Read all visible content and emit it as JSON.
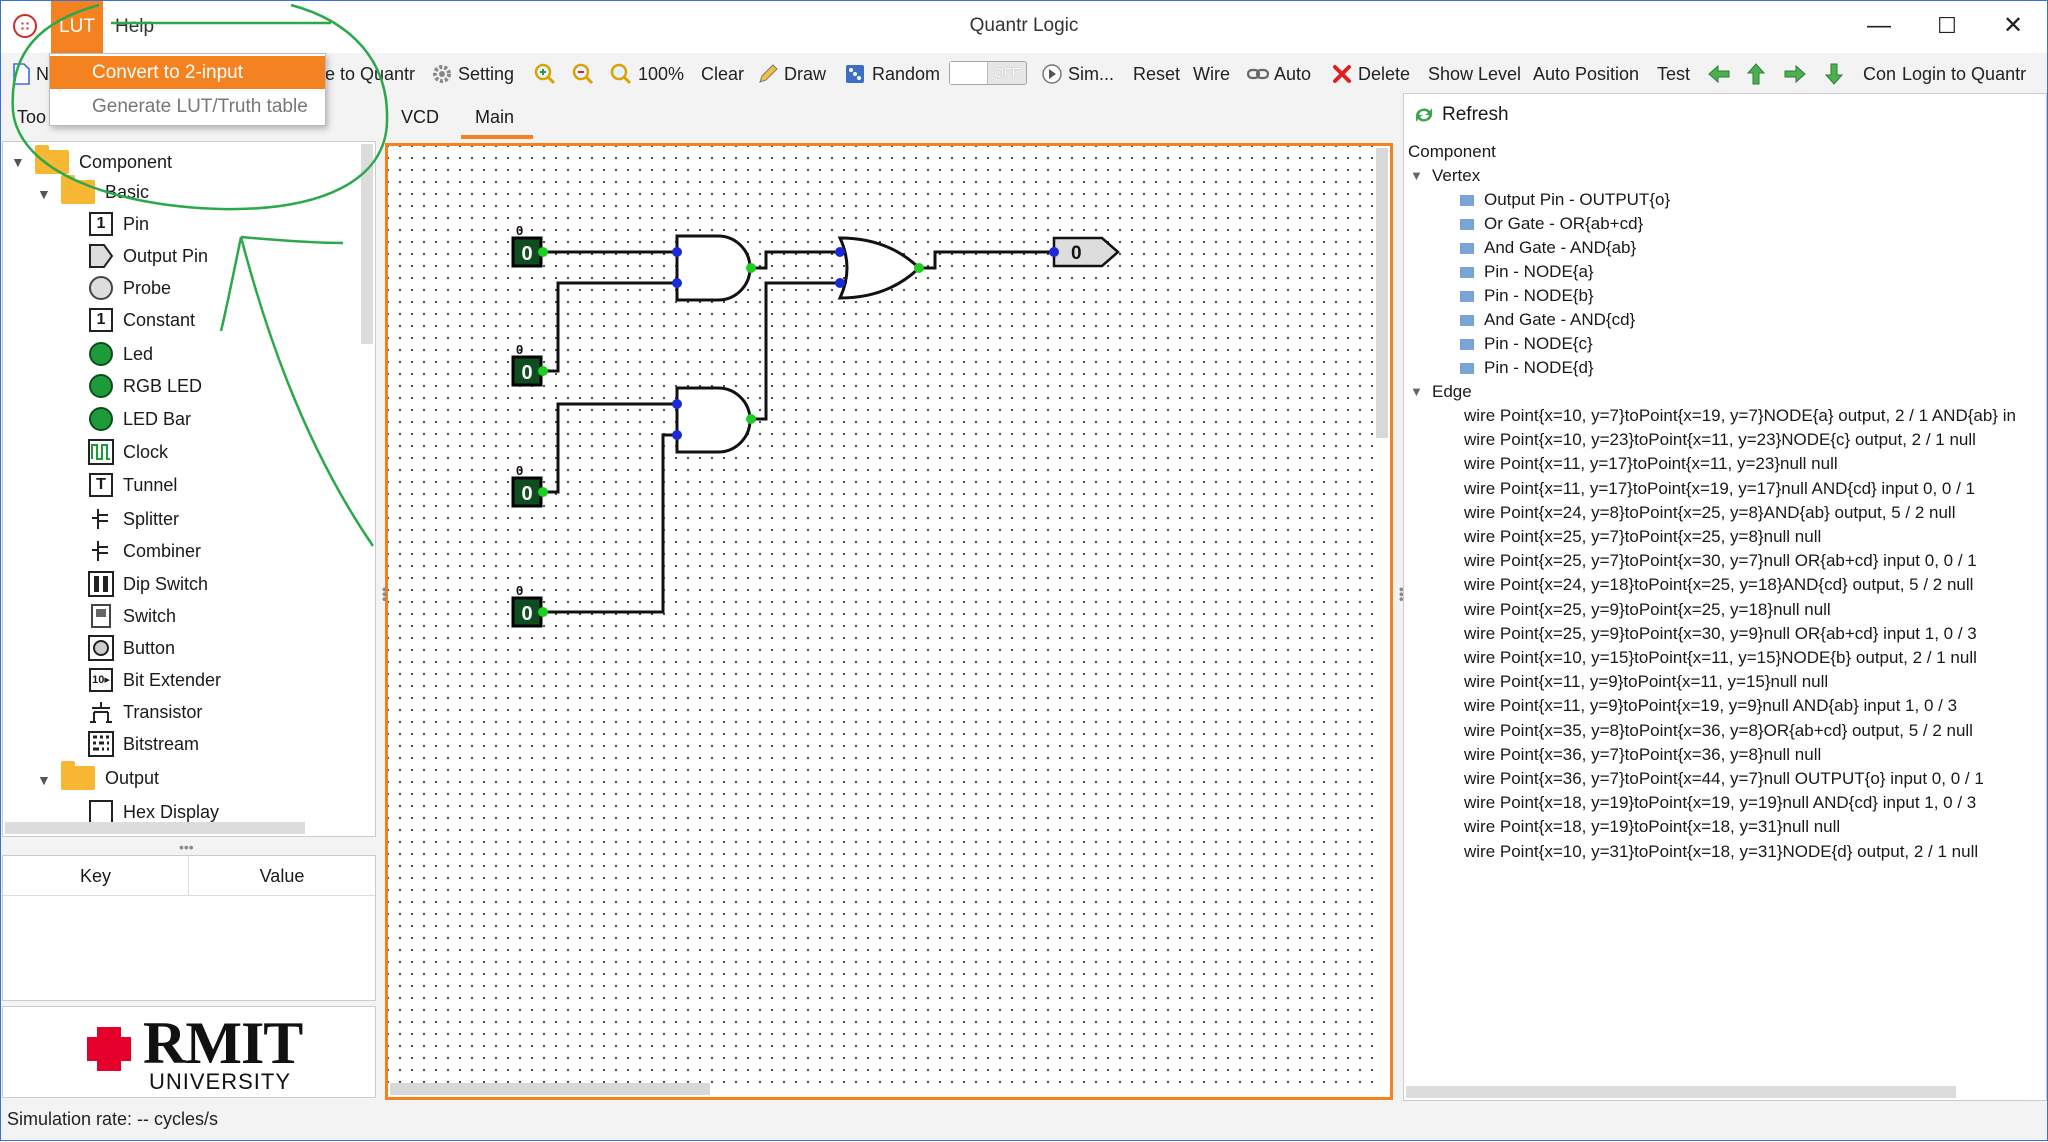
{
  "window": {
    "title": "Quantr Logic",
    "minimize": "—",
    "maximize": "☐",
    "close": "✕"
  },
  "menubar": {
    "lut": "LUT",
    "help": "Help"
  },
  "lut_menu": {
    "items": [
      "Convert to 2-input",
      "Generate LUT/Truth table"
    ]
  },
  "toolbar": {
    "hidden_first": "N",
    "save_to_quantr": "e to Quantr",
    "setting": "Setting",
    "zoom_level": "100%",
    "clear": "Clear",
    "draw": "Draw",
    "random": "Random",
    "toggle_state": "OFF",
    "simulate": "Sim...",
    "reset": "Reset",
    "wire": "Wire",
    "auto": "Auto",
    "delete": "Delete",
    "show_level": "Show Level",
    "auto_position": "Auto Position",
    "test": "Test",
    "con": "Con",
    "login": "Login to Quantr"
  },
  "left_panel": {
    "tab_label": "Too",
    "tree": {
      "root": "Component",
      "basic": "Basic",
      "items": [
        "Pin",
        "Output Pin",
        "Probe",
        "Constant",
        "Led",
        "RGB LED",
        "LED Bar",
        "Clock",
        "Tunnel",
        "Splitter",
        "Combiner",
        "Dip Switch",
        "Switch",
        "Button",
        "Bit Extender",
        "Transistor",
        "Bitstream"
      ],
      "output": "Output",
      "partial_item": "Hex Display"
    },
    "kv": {
      "key": "Key",
      "value": "Value"
    },
    "logo": {
      "name": "RMIT",
      "sub": "UNIVERSITY"
    }
  },
  "tabs": {
    "vcd": "VCD",
    "main": "Main"
  },
  "circuit": {
    "pin_value": "0",
    "pin_label": "0",
    "output_value": "0"
  },
  "right_panel": {
    "refresh": "Refresh",
    "root": "Component",
    "vertex": "Vertex",
    "vertices": [
      "Output Pin - OUTPUT{o}",
      "Or Gate - OR{ab+cd}",
      "And Gate - AND{ab}",
      "Pin - NODE{a}",
      "Pin - NODE{b}",
      "And Gate - AND{cd}",
      "Pin - NODE{c}",
      "Pin - NODE{d}"
    ],
    "edge": "Edge",
    "edges": [
      "wire Point{x=10, y=7}toPoint{x=19, y=7}NODE{a} output, 2 / 1 AND{ab} in",
      "wire Point{x=10, y=23}toPoint{x=11, y=23}NODE{c} output, 2 / 1 null",
      "wire Point{x=11, y=17}toPoint{x=11, y=23}null null",
      "wire Point{x=11, y=17}toPoint{x=19, y=17}null AND{cd} input 0, 0 / 1",
      "wire Point{x=24, y=8}toPoint{x=25, y=8}AND{ab} output, 5 / 2 null",
      "wire Point{x=25, y=7}toPoint{x=25, y=8}null null",
      "wire Point{x=25, y=7}toPoint{x=30, y=7}null OR{ab+cd} input 0, 0 / 1",
      "wire Point{x=24, y=18}toPoint{x=25, y=18}AND{cd} output, 5 / 2 null",
      "wire Point{x=25, y=9}toPoint{x=25, y=18}null null",
      "wire Point{x=25, y=9}toPoint{x=30, y=9}null OR{ab+cd} input 1, 0 / 3",
      "wire Point{x=10, y=15}toPoint{x=11, y=15}NODE{b} output, 2 / 1 null",
      "wire Point{x=11, y=9}toPoint{x=11, y=15}null null",
      "wire Point{x=11, y=9}toPoint{x=19, y=9}null AND{ab} input 1, 0 / 3",
      "wire Point{x=35, y=8}toPoint{x=36, y=8}OR{ab+cd} output, 5 / 2 null",
      "wire Point{x=36, y=7}toPoint{x=36, y=8}null null",
      "wire Point{x=36, y=7}toPoint{x=44, y=7}null OUTPUT{o} input 0, 0 / 1",
      "wire Point{x=18, y=19}toPoint{x=19, y=19}null AND{cd} input 1, 0 / 3",
      "wire Point{x=18, y=19}toPoint{x=18, y=31}null null",
      "wire Point{x=10, y=31}toPoint{x=18, y=31}NODE{d} output, 2 / 1 null"
    ]
  },
  "status": {
    "text": "Simulation rate: -- cycles/s"
  },
  "colors": {
    "accent": "#f58220",
    "annotation": "#2aa84a",
    "led_green": "#1d9a3a"
  }
}
